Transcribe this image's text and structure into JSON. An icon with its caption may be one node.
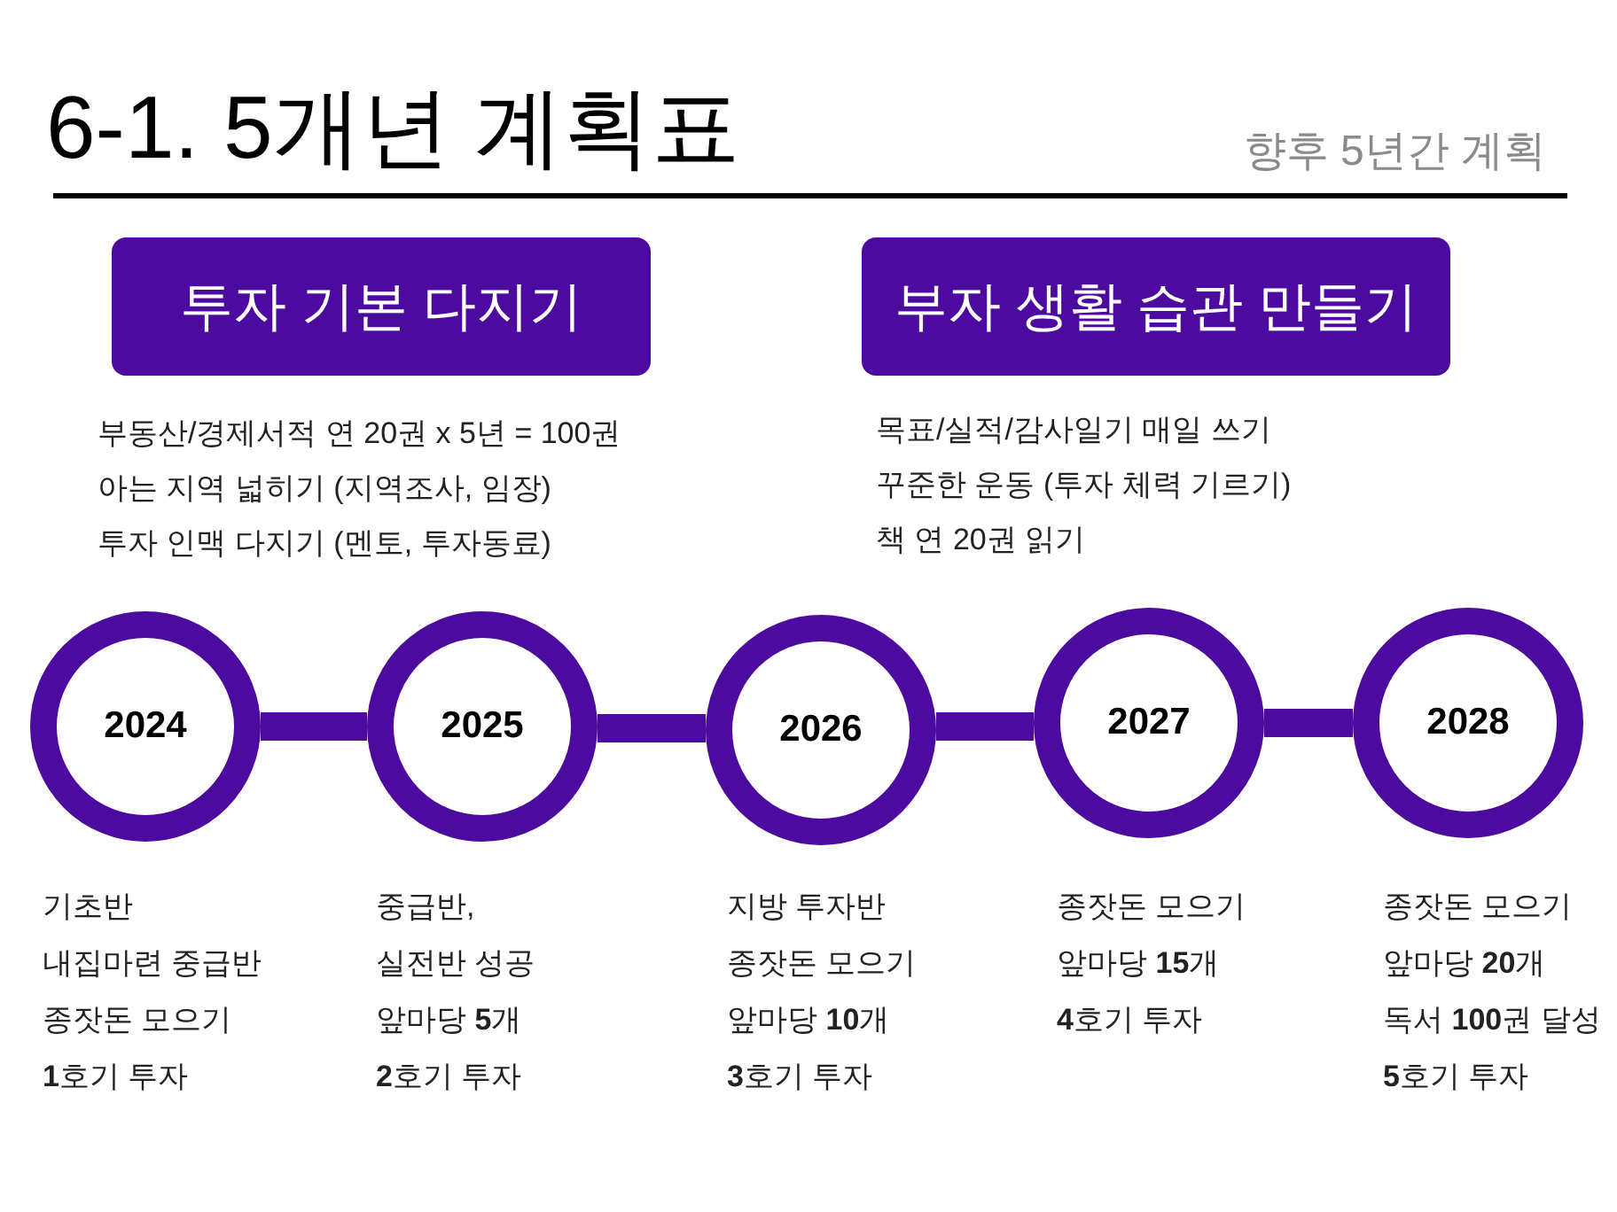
{
  "diagram": {
    "title": "6-1. 5개년 계획표",
    "nodes": [
      {
        "text": [
          "투자 기본 다지기"
        ],
        "beside": [
          "부동산/경제서적 연 20권 x 5년 = 100권",
          "아는 지역 넓히기 (지역조사, 임장)",
          "투자 인맥 다지기 (멘토, 투자동료)"
        ]
      },
      {
        "text": [
          "부자 생활 습관 만들기"
        ],
        "beside": [
          "목표/실적/감사일기 매일 쓰기",
          "꾸준한 운동 (투자 체력 기르기)",
          "책 연 20권 읽기"
        ]
      },
      {
        "text": [
          "2024"
        ],
        "beside": [
          "기초반",
          "내집마련 중급반",
          "종잣돈 모으기",
          "**1**호기 투자"
        ]
      },
      {
        "text": [
          "2025"
        ],
        "beside": [
          "중급반,",
          "실전반 성공",
          "앞마당 **5**개",
          "**2**호기 투자"
        ]
      },
      {
        "text": [
          "2026"
        ],
        "beside": [
          "지방 투자반",
          "종잣돈 모으기",
          "앞마당 **10**개",
          "**3**호기 투자"
        ]
      },
      {
        "text": [
          "2027"
        ],
        "beside": [
          "종잣돈 모으기",
          "앞마당 **15**개",
          "**4**호기 투자"
        ]
      },
      {
        "text": [
          "2028"
        ],
        "beside": [
          "종잣돈 모으기",
          "앞마당 **20**개",
          "독서 **100**권 달성",
          "**5**호기 투자"
        ]
      }
    ],
    "edges": [
      {
        "from": 2,
        "to": 3,
        "arrow": "none"
      },
      {
        "from": 3,
        "to": 4,
        "arrow": "none"
      },
      {
        "from": 4,
        "to": 5,
        "arrow": "none"
      },
      {
        "from": 5,
        "to": 6,
        "arrow": "none"
      }
    ],
    "labels": [
      "향후 5년간 계획"
    ]
  }
}
